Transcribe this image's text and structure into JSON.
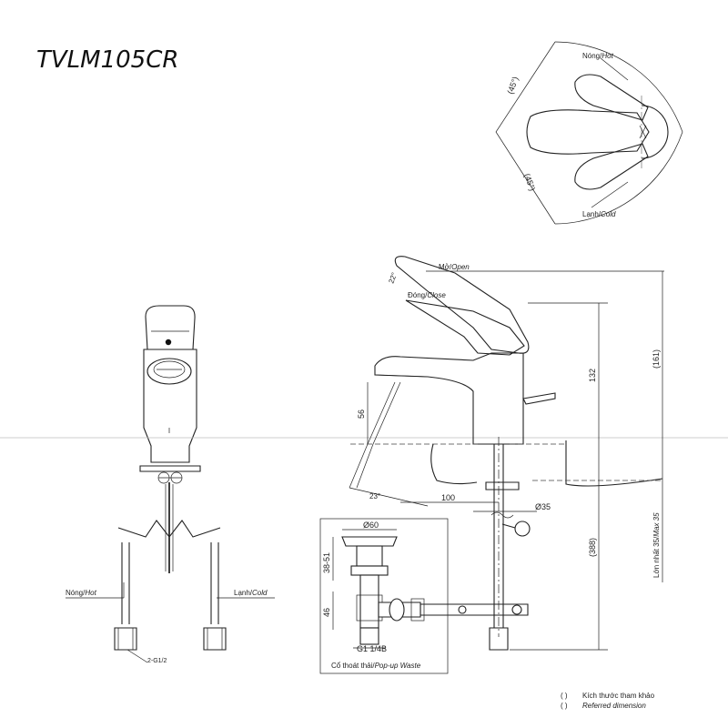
{
  "model": "TVLM105CR",
  "top_view": {
    "hot_label": "Nóng/",
    "hot_label_en": "Hot",
    "cold_label": "Lạnh/",
    "cold_label_en": "Cold",
    "angle_upper": "(45°)",
    "angle_lower": "(45°)"
  },
  "side_view": {
    "open_label": "Mở/",
    "open_label_en": "Open",
    "close_label": "Đóng/",
    "close_label_en": "Close",
    "lever_angle": "22°",
    "spout_angle": "23°",
    "dim_132": "132",
    "dim_161": "(161)",
    "dim_56": "56",
    "dim_100": "100",
    "dim_35": "Ø35",
    "dim_388": "(388)",
    "max_deck": "Lớn nhất 35/",
    "max_deck_en": "Max 35"
  },
  "front_view": {
    "hot_label": "Nóng/",
    "hot_label_en": "Hot",
    "cold_label": "Lạnh/",
    "cold_label_en": "Cold",
    "thread_label": "2-G1/2"
  },
  "waste": {
    "dia": "Ø60",
    "dim_range": "38-51",
    "dim_46": "46",
    "thread": "G1 1/4B",
    "caption": "Cổ thoát thải/",
    "caption_en": "Pop-up Waste"
  },
  "legend": {
    "symbol": "(      )",
    "vi": "Kích thước tham khảo",
    "en": "Referred dimension"
  }
}
